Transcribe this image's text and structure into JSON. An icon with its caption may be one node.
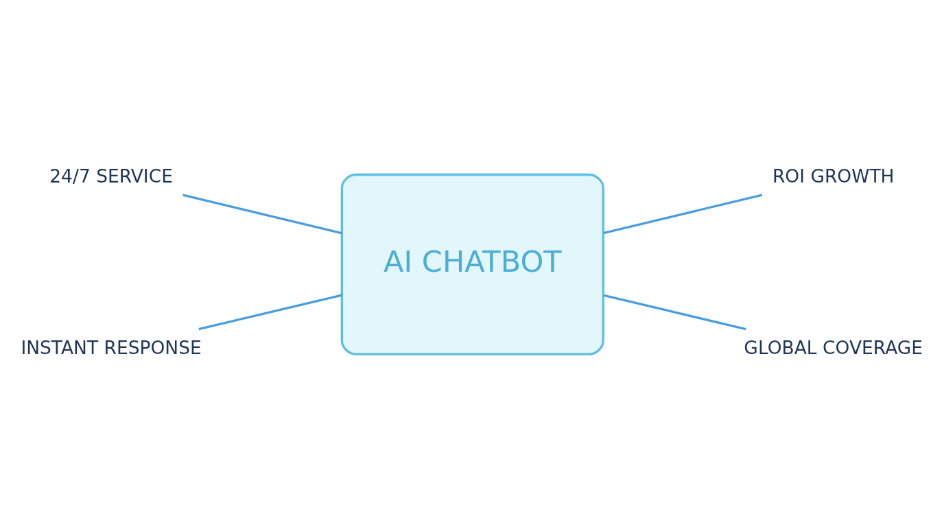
{
  "diagram": {
    "nodes": [
      {
        "text": [
          "AI CHATBOT"
        ]
      },
      {
        "text": [
          "24/7 SERVICE"
        ]
      },
      {
        "text": [
          "INSTANT RESPONSE"
        ]
      },
      {
        "text": [
          "ROI GROWTH"
        ]
      },
      {
        "text": [
          "GLOBAL COVERAGE"
        ]
      }
    ],
    "edges": [
      {
        "from": 1,
        "to": 0,
        "arrow": "none"
      },
      {
        "from": 2,
        "to": 0,
        "arrow": "none"
      },
      {
        "from": 0,
        "to": 3,
        "arrow": "none"
      },
      {
        "from": 0,
        "to": 4,
        "arrow": "none"
      }
    ]
  }
}
